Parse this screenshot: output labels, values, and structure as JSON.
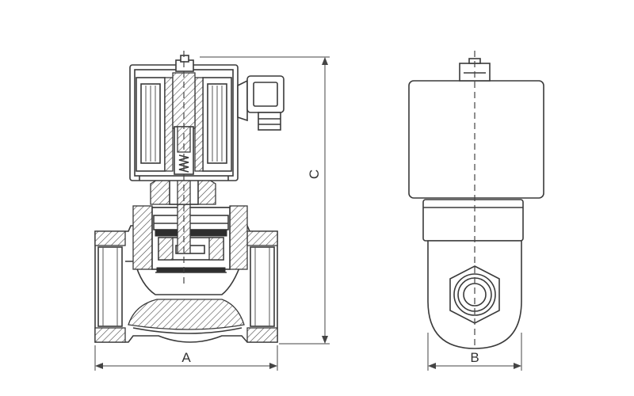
{
  "dimensions": {
    "width_label": "A",
    "depth_label": "B",
    "height_label": "C"
  },
  "colors": {
    "line": "#3a3a3a",
    "background": "#ffffff"
  }
}
